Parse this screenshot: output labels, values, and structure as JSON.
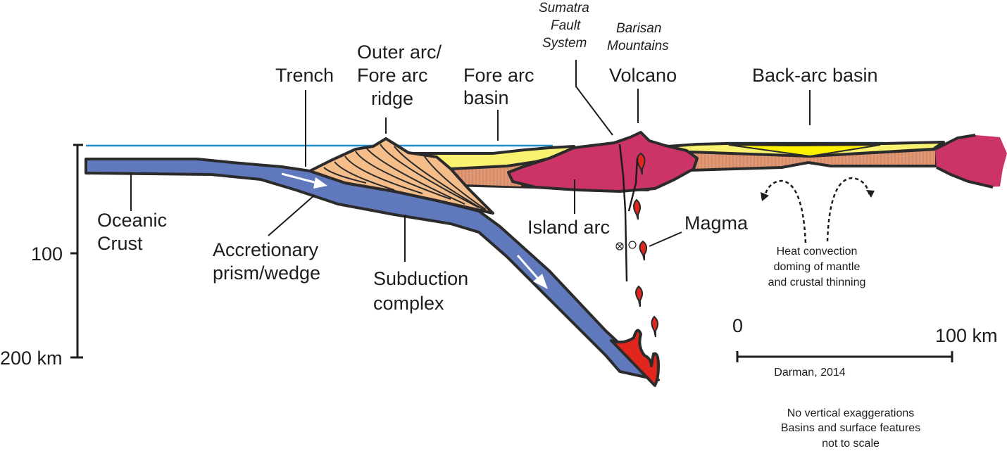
{
  "diagram": {
    "title": "Sumatra subduction zone cross-section",
    "colors": {
      "sea_level": "#1a8fd0",
      "oceanic_crust": "#6078bc",
      "accretionary_prism": "#f5bd8a",
      "fore_arc_basin": "#f9f271",
      "back_arc_basin_fill": "#fff200",
      "island_arc": "#cc3366",
      "crust_hatch": "#e9956b",
      "magma": "#e0261d",
      "outline": "#2b2b2b",
      "arrow": "#ffffff"
    },
    "labels": {
      "trench": "Trench",
      "outer_arc_1": "Outer arc/",
      "outer_arc_2": "Fore arc",
      "outer_arc_3": "ridge",
      "fore_arc_basin_1": "Fore arc",
      "fore_arc_basin_2": "basin",
      "sumatra_fault_1": "Sumatra",
      "sumatra_fault_2": "Fault",
      "sumatra_fault_3": "System",
      "barisan_1": "Barisan",
      "barisan_2": "Mountains",
      "volcano": "Volcano",
      "back_arc_basin": "Back-arc basin",
      "oceanic_crust_1": "Oceanic",
      "oceanic_crust_2": "Crust",
      "accretionary_1": "Accretionary",
      "accretionary_2": "prism/wedge",
      "subduction_1": "Subduction",
      "subduction_2": "complex",
      "island_arc": "Island arc",
      "magma": "Magma",
      "heat_1": "Heat convection",
      "heat_2": "doming of mantle",
      "heat_3": "and crustal thinning",
      "fault_symbol_into": "⊗",
      "fault_symbol_out": "○"
    },
    "depth_scale": {
      "tick_100": "100",
      "tick_200": "200 km"
    },
    "horizontal_scale": {
      "start": "0",
      "end": "100 km"
    },
    "credit": "Darman, 2014",
    "notes": [
      "No vertical exaggerations",
      "Basins and surface features",
      "not to scale"
    ]
  }
}
